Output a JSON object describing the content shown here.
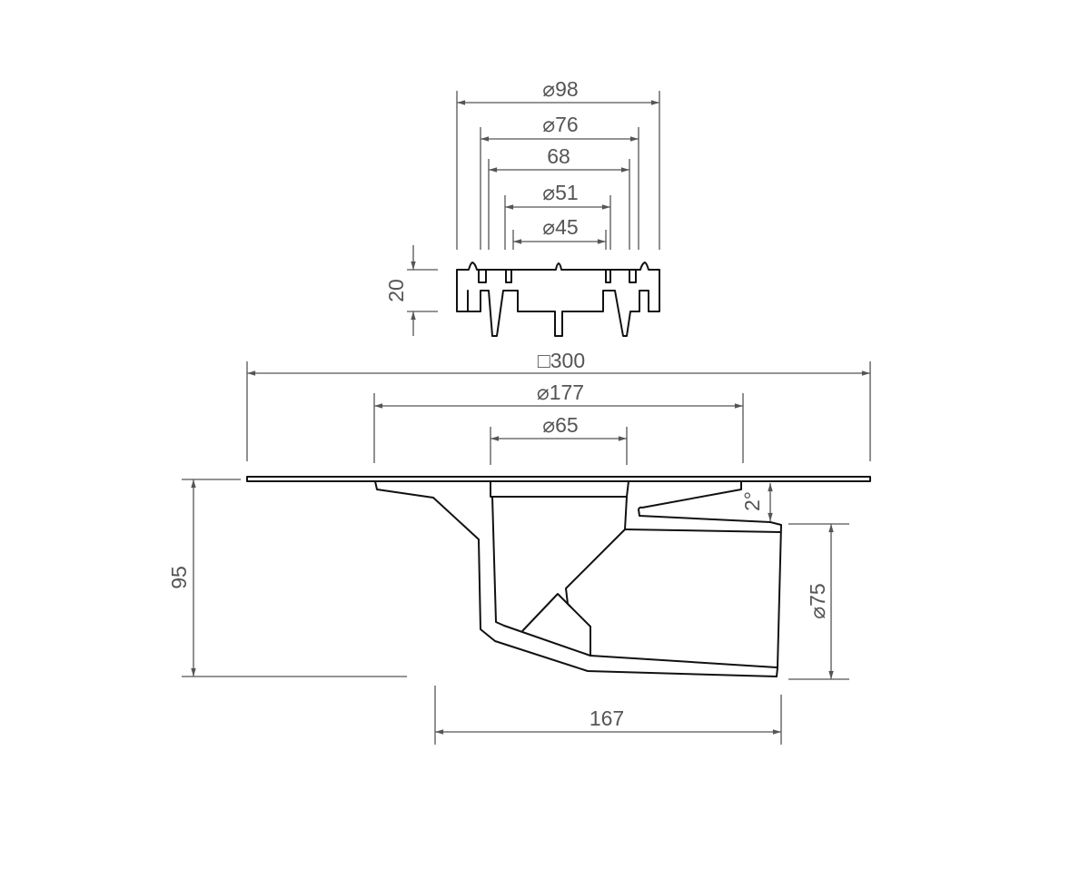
{
  "drawing": {
    "title": "Floor drain technical drawing",
    "colors": {
      "part": "#111111",
      "dimension": "#555555"
    },
    "grate_dimensions": {
      "d98": "⌀98",
      "d76": "⌀76",
      "w68": "68",
      "d51": "⌀51",
      "d45": "⌀45",
      "h20": "20"
    },
    "body_dimensions": {
      "sq300": "□300",
      "d177": "⌀177",
      "d65": "⌀65",
      "slope2": "2°",
      "h95": "95",
      "d75": "⌀75",
      "l167": "167"
    }
  }
}
